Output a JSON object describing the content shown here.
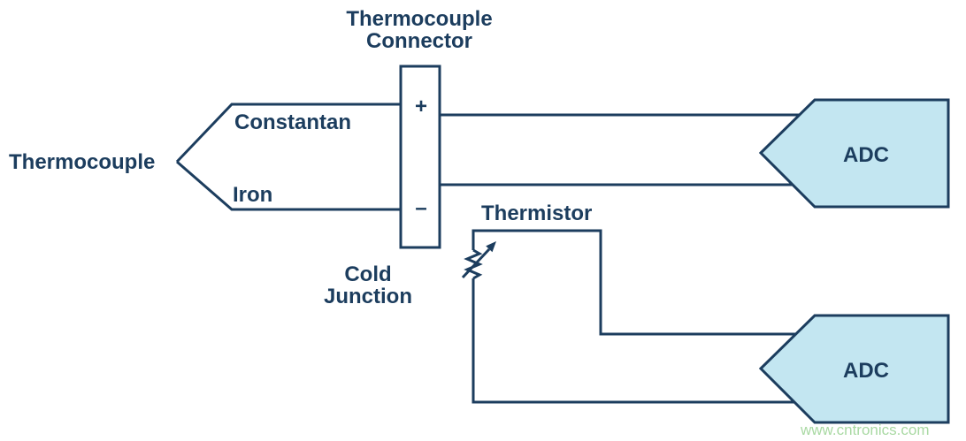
{
  "diagram": {
    "labels": {
      "connector_line1": "Thermocouple",
      "connector_line2": "Connector",
      "thermocouple": "Thermocouple",
      "constantan": "Constantan",
      "iron": "Iron",
      "plus": "+",
      "minus": "–",
      "cold_line1": "Cold",
      "cold_line2": "Junction",
      "thermistor": "Thermistor",
      "adc_top": "ADC",
      "adc_bottom": "ADC"
    },
    "watermark": "www.cntronics.com"
  },
  "colors": {
    "ink": "#1c3d5e",
    "adc_fill": "#c3e6f1",
    "watermark": "#a9d9a3"
  }
}
